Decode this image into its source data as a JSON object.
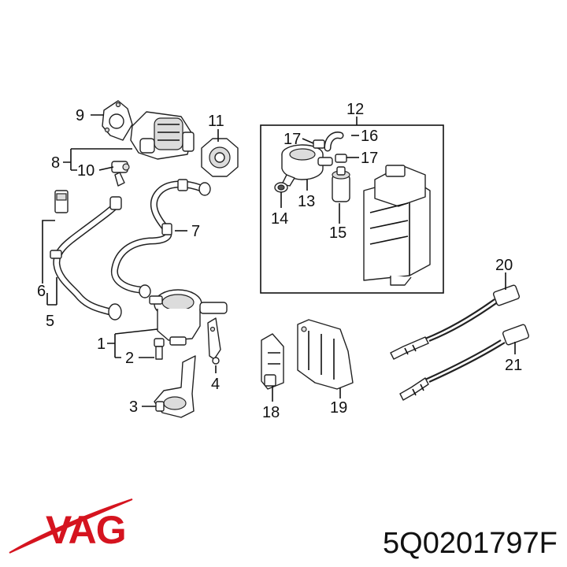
{
  "callouts": [
    {
      "id": "1",
      "text": "1"
    },
    {
      "id": "2",
      "text": "2"
    },
    {
      "id": "3",
      "text": "3"
    },
    {
      "id": "4",
      "text": "4"
    },
    {
      "id": "5",
      "text": "5"
    },
    {
      "id": "6",
      "text": "6"
    },
    {
      "id": "7",
      "text": "7"
    },
    {
      "id": "8",
      "text": "8"
    },
    {
      "id": "9",
      "text": "9"
    },
    {
      "id": "10",
      "text": "10"
    },
    {
      "id": "11",
      "text": "11"
    },
    {
      "id": "12",
      "text": "12"
    },
    {
      "id": "13",
      "text": "13"
    },
    {
      "id": "14",
      "text": "14"
    },
    {
      "id": "15",
      "text": "15"
    },
    {
      "id": "16",
      "text": "16"
    },
    {
      "id": "17a",
      "text": "17"
    },
    {
      "id": "17b",
      "text": "17"
    },
    {
      "id": "18",
      "text": "18"
    },
    {
      "id": "19",
      "text": "19"
    },
    {
      "id": "20",
      "text": "20"
    },
    {
      "id": "21",
      "text": "21"
    }
  ],
  "brand": {
    "logo_text": "VAG",
    "logo_color": "#d5141f"
  },
  "part_number": "5Q0201797F"
}
